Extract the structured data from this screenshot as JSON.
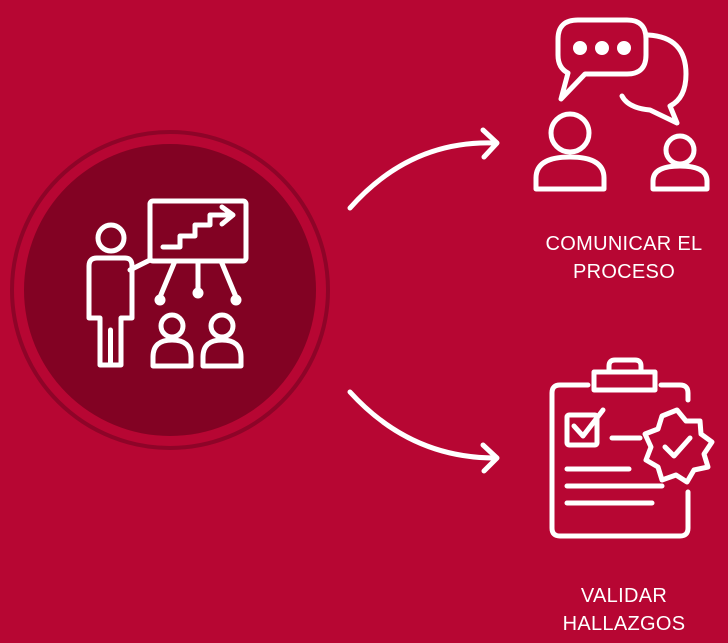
{
  "colors": {
    "background": "#b70633",
    "center_circle_fill": "#820223",
    "center_circle_ring": "#8e0428",
    "stroke": "#ffffff"
  },
  "center": {
    "icon": "presentation-growth-chart-icon"
  },
  "outcomes": [
    {
      "icon": "conversation-people-icon",
      "label_lines": [
        "COMUNICAR EL",
        "PROCESO"
      ]
    },
    {
      "icon": "clipboard-check-badge-icon",
      "label_lines": [
        "VALIDAR",
        "HALLAZGOS"
      ]
    }
  ]
}
